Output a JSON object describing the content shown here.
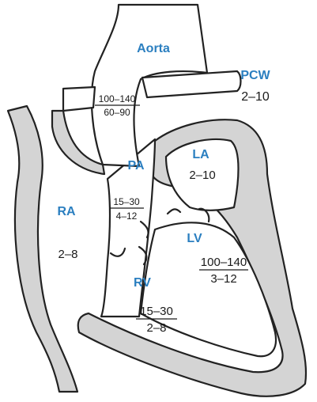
{
  "colors": {
    "label": "#2b7fc0",
    "value": "#1a1a1a",
    "wall": "#d4d4d4",
    "outline": "#222222"
  },
  "labels": {
    "aorta": "Aorta",
    "pcw": "PCW",
    "la": "LA",
    "pa": "PA",
    "ra": "RA",
    "lv": "LV",
    "rv": "RV"
  },
  "pressures": {
    "aorta": {
      "systolic": "100–140",
      "diastolic": "60–90"
    },
    "pcw": "2–10",
    "la": "2–10",
    "pa": {
      "systolic": "15–30",
      "diastolic": "4–12"
    },
    "ra": "2–8",
    "lv": {
      "systolic": "100–140",
      "diastolic": "3–12"
    },
    "rv": {
      "systolic": "15–30",
      "diastolic": "2–8"
    }
  }
}
